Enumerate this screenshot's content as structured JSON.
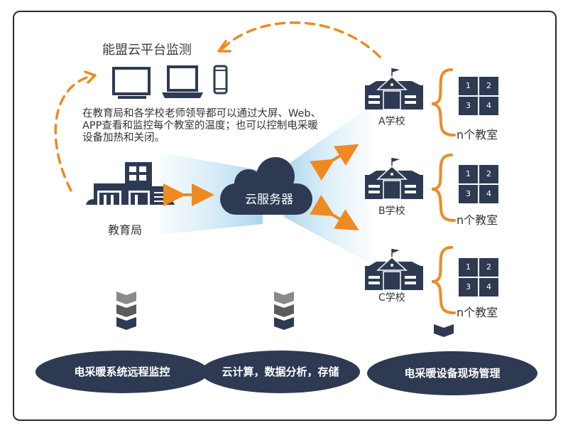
{
  "platform": {
    "title": "能盟云平台监测",
    "devices": [
      "monitor-icon",
      "laptop-icon",
      "phone-icon"
    ]
  },
  "description": "在教育局和各学校老师领导都可以通过大屏、Web、APP查看和监控每个教室的温度；也可以控制电采暖设备加热和关闭。",
  "education_bureau": {
    "label": "教育局"
  },
  "cloud": {
    "label": "云服务器"
  },
  "schools": [
    {
      "label": "A学校",
      "rooms_label": "n个教室",
      "cells": [
        "1",
        "2",
        "3",
        "4"
      ]
    },
    {
      "label": "B学校",
      "rooms_label": "n个教室",
      "cells": [
        "1",
        "2",
        "3",
        "4"
      ]
    },
    {
      "label": "C学校",
      "rooms_label": "n个教室",
      "cells": [
        "1",
        "2",
        "3",
        "4"
      ]
    }
  ],
  "bottom_pills": [
    {
      "label": "电采暖系统远程监控"
    },
    {
      "label": "云计算，数据分析，存储"
    },
    {
      "label": "电采暖设备现场管理"
    }
  ],
  "colors": {
    "navy": "#2d3a52",
    "orange": "#ef8a23",
    "beam": "#bfe0f2",
    "chevron_light": "#8a8a8a",
    "chevron_mid": "#5b5b5b"
  }
}
